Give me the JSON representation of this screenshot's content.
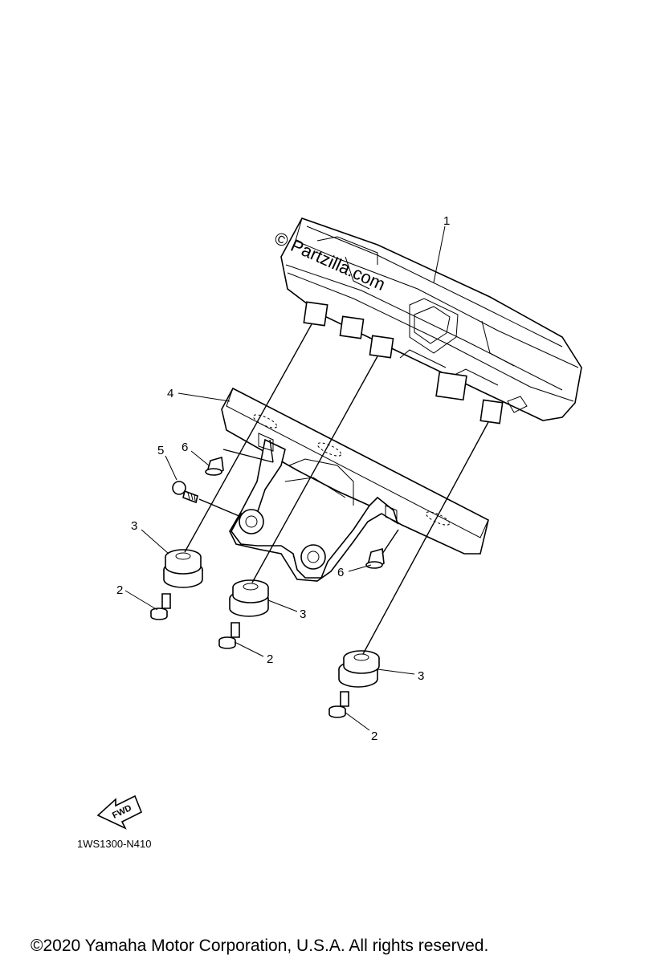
{
  "watermark": "© Partzilla.com",
  "callouts": {
    "c1": "1",
    "c2a": "2",
    "c2b": "2",
    "c2c": "2",
    "c3a": "3",
    "c3b": "3",
    "c3c": "3",
    "c4": "4",
    "c5": "5",
    "c6a": "6",
    "c6b": "6"
  },
  "fwd_label": "FWD",
  "diagram_code": "1WS1300-N410",
  "copyright": "©2020 Yamaha Motor Corporation, U.S.A. All rights reserved."
}
